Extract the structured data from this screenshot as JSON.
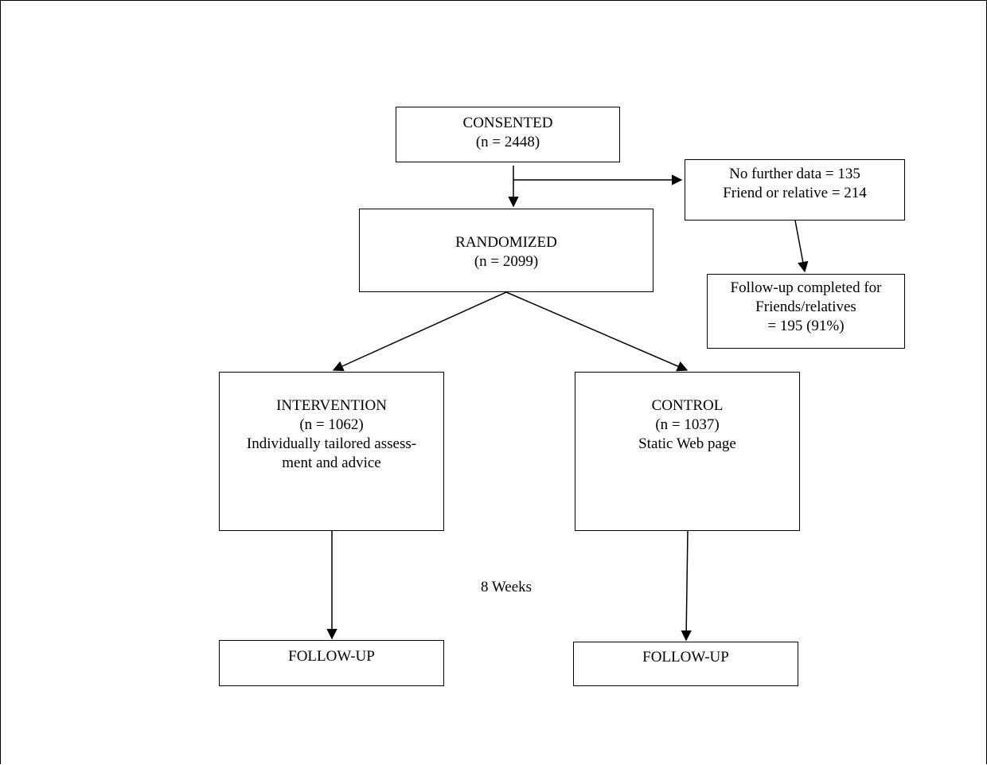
{
  "consented": {
    "line1": "CONSENTED",
    "line2": "(n = 2448)"
  },
  "excluded": {
    "line1": "No further data = 135",
    "line2": "Friend or relative = 214"
  },
  "randomized": {
    "line1": "RANDOMIZED",
    "line2": "(n = 2099)"
  },
  "followup_relatives": {
    "line1": "Follow-up completed for",
    "line2": "Friends/relatives",
    "line3": "= 195 (91%)"
  },
  "intervention": {
    "line1": "INTERVENTION",
    "line2": "(n = 1062)",
    "line3": "Individually tailored assess-",
    "line4": "ment and advice"
  },
  "control": {
    "line1": "CONTROL",
    "line2": "(n = 1037)",
    "line3": "Static Web page"
  },
  "interval_label": "8 Weeks",
  "followup_left": "FOLLOW-UP",
  "followup_right": "FOLLOW-UP"
}
